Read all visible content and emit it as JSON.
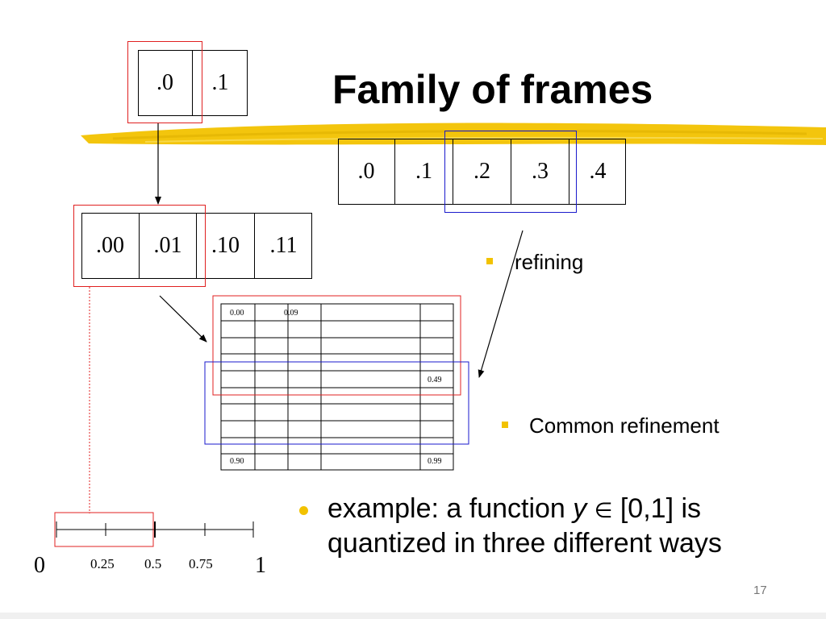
{
  "title": "Family of frames",
  "frame_top": [
    ".0",
    ".1"
  ],
  "frame_right": [
    ".0",
    ".1",
    ".2",
    ".3",
    ".4"
  ],
  "frame_mid": [
    ".00",
    ".01",
    ".10",
    ".11"
  ],
  "grid_labels": {
    "top_left": "0.00",
    "top_second": "0.09",
    "mid_right": "0.49",
    "bottom_left": "0.90",
    "bottom_right": "0.99"
  },
  "bullets": {
    "refining": "refining",
    "common": "Common refinement"
  },
  "example": {
    "line1_a": "example: a function ",
    "var": "y",
    "elem": "∈",
    "line1_b": " [0,1] is",
    "line2": "quantized in three different ways"
  },
  "axis": {
    "start": "0",
    "end": "1",
    "ticks": [
      "0.25",
      "0.5",
      "0.75"
    ]
  },
  "page_number": "17",
  "colors": {
    "red_box": "#e02020",
    "blue_box": "#1a1acc",
    "highlight": "#f2c200"
  }
}
